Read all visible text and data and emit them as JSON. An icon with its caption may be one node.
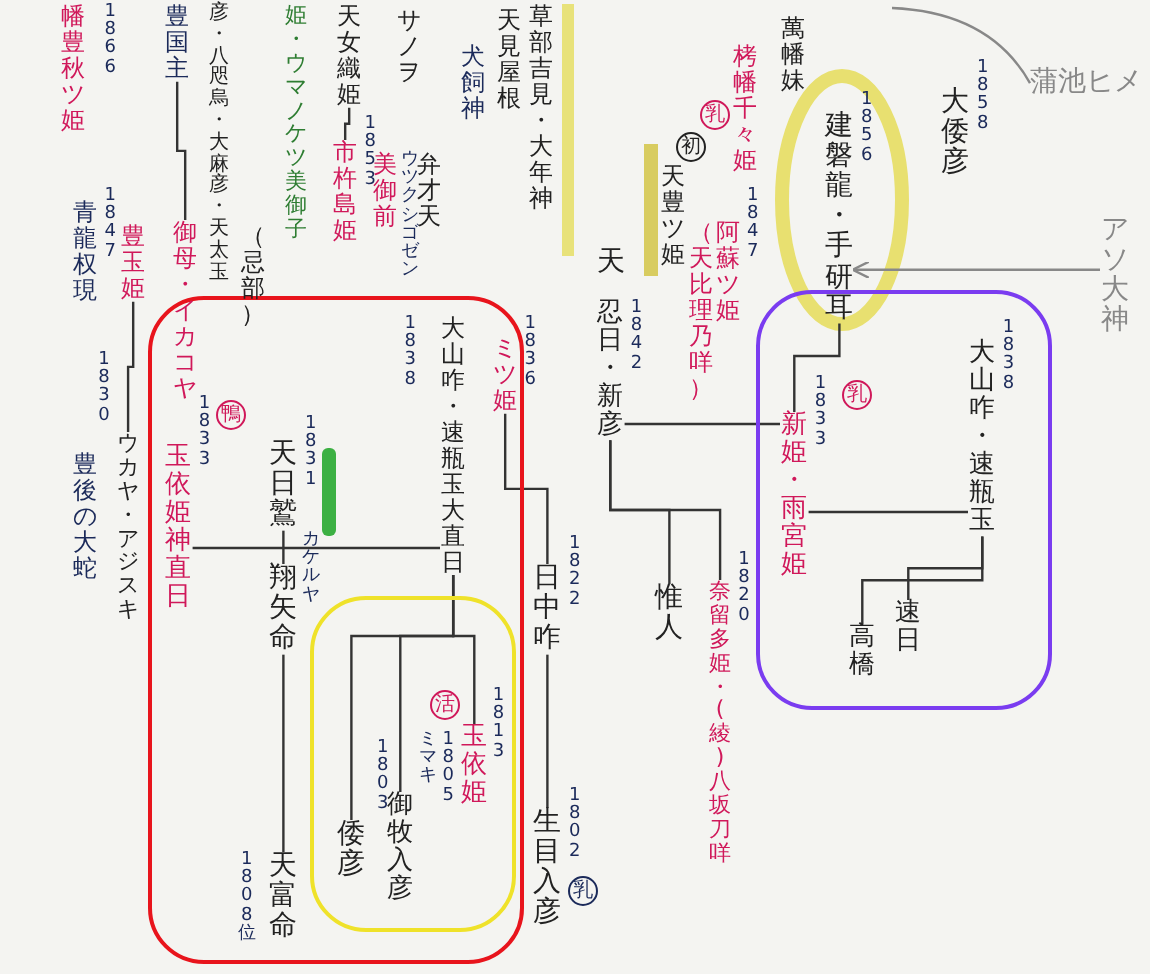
{
  "diagram": {
    "nodes": [
      {
        "text": [],
        "shape": "box"
      },
      {
        "text": [],
        "shape": "box",
        "in": 0
      },
      {
        "text": [],
        "shape": "box"
      },
      {
        "text": [
          "幡豊秋ツ姫"
        ],
        "beside": [
          "1866"
        ]
      },
      {
        "text": [
          "豊国主"
        ]
      },
      {
        "text": [
          "彦・八咫烏・大麻彦・天太玉"
        ]
      },
      {
        "text": [
          "（忌部）"
        ]
      },
      {
        "text": [
          "姫・ウマノケツ美御子"
        ]
      },
      {
        "text": [
          "天女織姫"
        ]
      },
      {
        "text": [
          "市杵島姫"
        ],
        "beside": [
          "1853"
        ]
      },
      {
        "text": [
          "美御前"
        ],
        "beside": [
          "ウツクシゴゼン"
        ]
      },
      {
        "text": [
          "弁才天"
        ]
      },
      {
        "text": [
          "サノヲ"
        ]
      },
      {
        "text": [
          "天見屋根"
        ]
      },
      {
        "text": [
          "犬飼神"
        ]
      },
      {
        "text": [
          "草部吉見・大年神"
        ]
      },
      {
        "text": [
          "青龍权現"
        ],
        "beside": [
          "1847"
        ]
      },
      {
        "text": [
          "豊玉姫"
        ]
      },
      {
        "text": [
          "御母・イカコヤ"
        ]
      },
      {
        "text": [
          "ウカヤ・アジスキ"
        ],
        "beside": [
          "1830"
        ]
      },
      {
        "text": [
          "豊後の大蛇"
        ]
      },
      {
        "text": [
          "玉依姫神直日"
        ],
        "beside": [
          "1833"
        ],
        "in": 0
      },
      {
        "text": [
          "天日鷲"
        ],
        "beside": [
          "1831"
        ],
        "in": 0
      },
      {
        "text": [
          "翔矢命"
        ],
        "beside": [
          "カケルヤ"
        ],
        "in": 0
      },
      {
        "text": [
          "天富命"
        ],
        "beside": [
          "1808位"
        ],
        "in": 0
      },
      {
        "text": [
          "大山咋・速瓶玉大直日"
        ],
        "beside": [
          "1838"
        ],
        "in": 0
      },
      {
        "text": [
          "ミツ姫"
        ],
        "beside": [
          "1836"
        ],
        "in": 0
      },
      {
        "text": [
          "倭彦"
        ],
        "beside": [
          "1803"
        ],
        "in": 1
      },
      {
        "text": [
          "御牧入彦"
        ],
        "beside": [
          "1805",
          "ミマキ"
        ],
        "in": 1
      },
      {
        "text": [
          "玉依姫"
        ],
        "beside": [
          "1813"
        ],
        "in": 1
      },
      {
        "text": [
          "日中咋"
        ],
        "beside": [
          "1822"
        ]
      },
      {
        "text": [
          "生目入彦"
        ],
        "beside": [
          "1802"
        ]
      },
      {
        "text": [
          "天"
        ]
      },
      {
        "text": [
          "忍日・新彦"
        ],
        "beside": [
          "1842"
        ]
      },
      {
        "text": [
          "天豊ツ姫"
        ]
      },
      {
        "text": [
          "（天比理乃咩）",
          "阿蘇ツ姫"
        ],
        "beside": [
          "1847"
        ]
      },
      {
        "text": [
          "萬幡妹"
        ]
      },
      {
        "text": [
          "栲幡千々姫"
        ]
      },
      {
        "text": [
          "建磐龍・手研耳"
        ],
        "beside": [
          "1856"
        ]
      },
      {
        "text": [
          "大倭彦"
        ],
        "beside": [
          "1858"
        ]
      },
      {
        "text": [
          "蒲池ヒメ"
        ]
      },
      {
        "text": [
          "アソ大神"
        ]
      },
      {
        "text": [
          "新姫・雨宮姫"
        ],
        "beside": [
          "1833"
        ],
        "in": 2
      },
      {
        "text": [
          "大山咋・速瓶玉"
        ],
        "beside": [
          "1838"
        ],
        "in": 2
      },
      {
        "text": [
          "高橋"
        ],
        "in": 2
      },
      {
        "text": [
          "速日"
        ],
        "in": 2
      },
      {
        "text": [
          "惟人"
        ]
      },
      {
        "text": [
          "奈留多姫・(綾)八坂刀咩"
        ],
        "beside": [
          "1820"
        ]
      },
      {
        "text": [
          "鴨"
        ],
        "in": 0
      },
      {
        "text": [
          "活"
        ],
        "in": 1
      },
      {
        "text": [
          "乳"
        ]
      },
      {
        "text": [
          "初"
        ]
      },
      {
        "text": [
          "乳"
        ]
      },
      {
        "text": [
          "乳"
        ],
        "in": 2
      }
    ],
    "edges": [
      {
        "from": 22,
        "to": 23,
        "arrow": "none"
      },
      {
        "from": 23,
        "to": 24,
        "arrow": "none"
      },
      {
        "from": 25,
        "to": 27,
        "arrow": "none"
      },
      {
        "from": 25,
        "to": 28,
        "arrow": "none"
      },
      {
        "from": 25,
        "to": 29,
        "arrow": "none"
      },
      {
        "from": 26,
        "to": 30,
        "arrow": "none"
      },
      {
        "from": 30,
        "to": 31,
        "arrow": "none"
      },
      {
        "from": 33,
        "to": 42,
        "arrow": "none"
      },
      {
        "from": 33,
        "to": 46,
        "arrow": "none"
      },
      {
        "from": 33,
        "to": 47,
        "arrow": "none"
      },
      {
        "from": 42,
        "to": 43,
        "arrow": "none"
      },
      {
        "from": 43,
        "to": 44,
        "arrow": "none"
      },
      {
        "from": 43,
        "to": 45,
        "arrow": "none"
      },
      {
        "from": 38,
        "to": 42,
        "arrow": "none"
      },
      {
        "from": 41,
        "to": 38,
        "arrow": "to",
        "color": "#888888"
      },
      {
        "from": 40,
        "to": null,
        "arrow": "none",
        "color": "#888888"
      },
      {
        "from": 21,
        "to": 25,
        "arrow": "none"
      },
      {
        "from": 17,
        "to": 19,
        "arrow": "none"
      },
      {
        "from": 8,
        "to": 9,
        "arrow": "none"
      },
      {
        "from": 4,
        "to": 18,
        "arrow": "none"
      }
    ]
  }
}
